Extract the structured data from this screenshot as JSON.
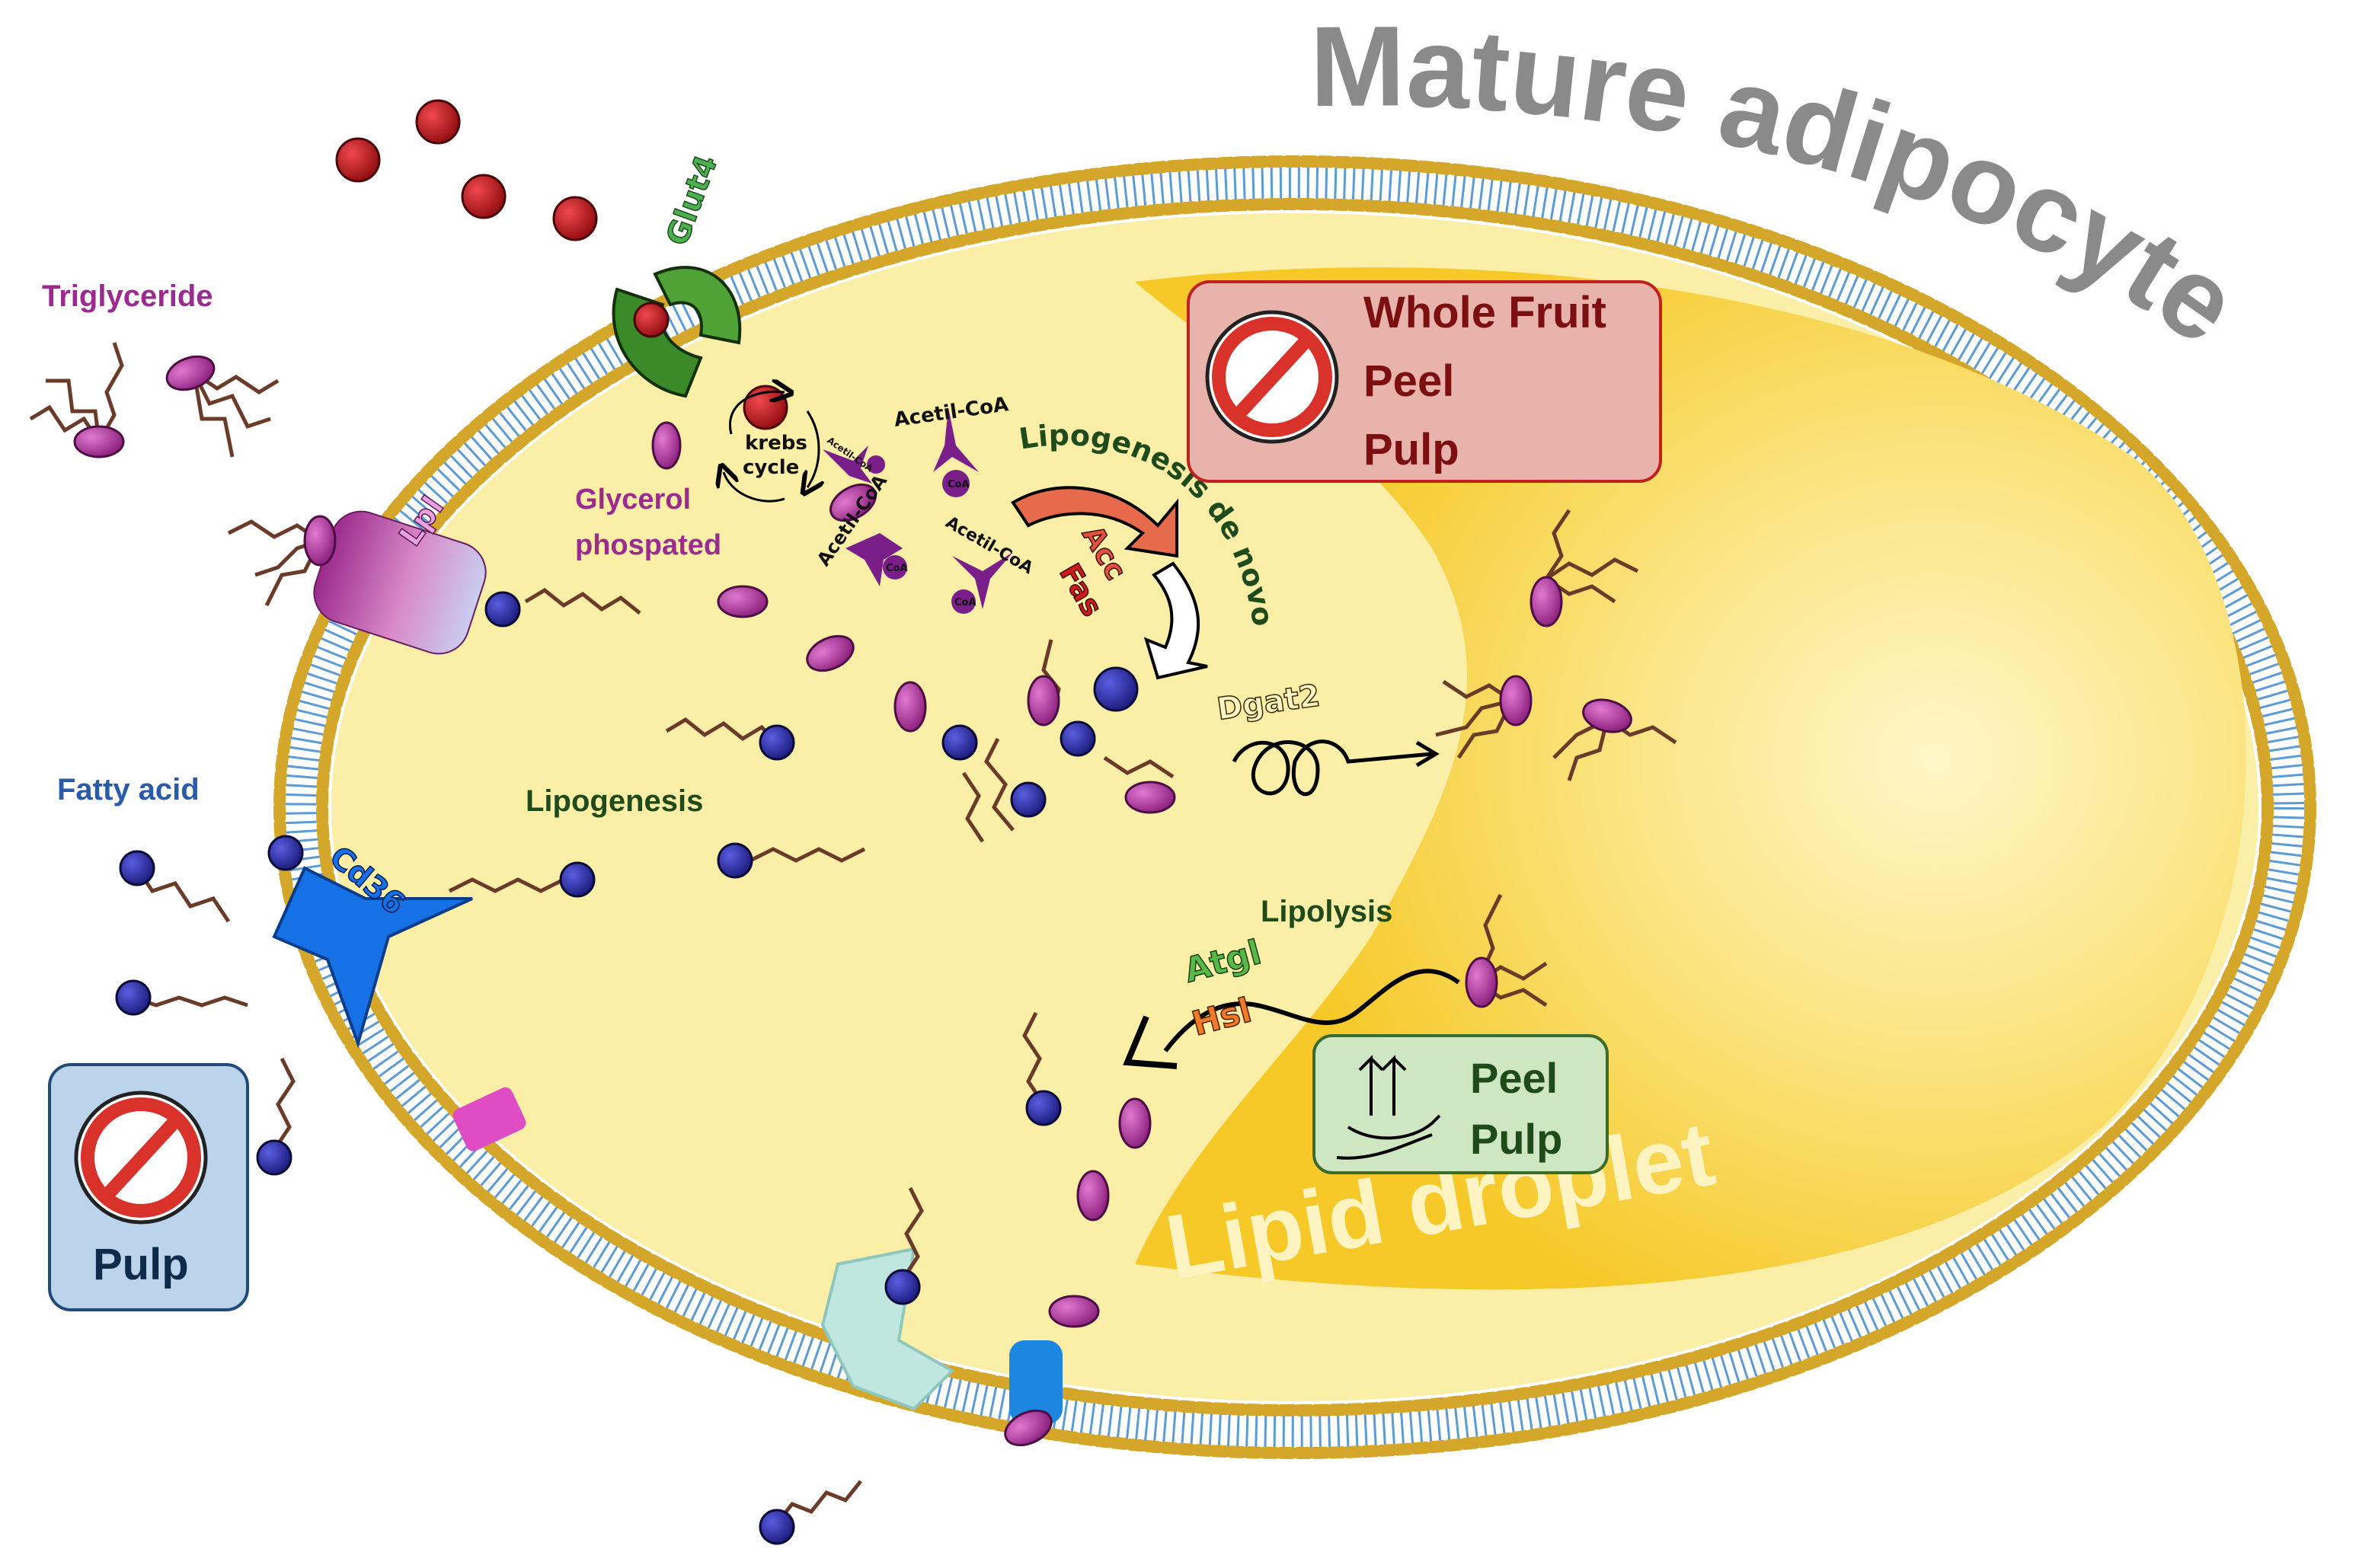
{
  "title": "Mature adipocyte",
  "labels": {
    "triglyceride": "Triglyceride",
    "fatty_acid": "Fatty acid",
    "glycerol_phosphated_1": "Glycerol",
    "glycerol_phosphated_2": "phospated",
    "krebs_1": "krebs",
    "krebs_2": "cycle",
    "acetil_coa": "Acetil-CoA",
    "acetil_coa_small": "Acetil-CoA",
    "coa": "CoA",
    "lipogenesis": "Lipogenesis",
    "lipogenesis_de_novo": "Lipogenesis de novo",
    "lipolysis": "Lipolysis",
    "lipid_droplet": "Lipid droplet"
  },
  "proteins": {
    "glut4": "Glut4",
    "lpl": "Lpl",
    "cd36": "Cd36",
    "acc": "Acc",
    "fas": "Fas",
    "dgat2": "Dgat2",
    "atgl": "Atgl",
    "hsl": "Hsl"
  },
  "boxes": {
    "inhibit_main": {
      "lines": [
        "Whole Fruit",
        "Peel",
        "Pulp"
      ]
    },
    "inhibit_pulp": {
      "lines": [
        "Pulp"
      ]
    },
    "stimulate": {
      "lines": [
        "Peel",
        "Pulp"
      ]
    }
  },
  "colors": {
    "title": "#8a8a8a",
    "cytoplasm": "#fbeea6",
    "membrane_head": "#d4a72a",
    "membrane_tail": "#5c9bd6",
    "lipid_droplet": "#f7cf2e",
    "triglyceride_head": "#a8288f",
    "fatty_acid_head": "#26279a",
    "glucose": "#c3121a",
    "glut4": "#3b8a2a",
    "cd36": "#1670e6",
    "inhibit_red": "#d9322b",
    "inhibit_box_fill": "#e8b3aa",
    "pulp_box_fill": "#bcd3ec",
    "stim_box_fill": "#cfe6c2",
    "text_dark_green": "#1f4a1c",
    "text_purple": "#9b2b8f",
    "text_blue": "#2a5ba8",
    "text_dark_red": "#7c0f12"
  }
}
